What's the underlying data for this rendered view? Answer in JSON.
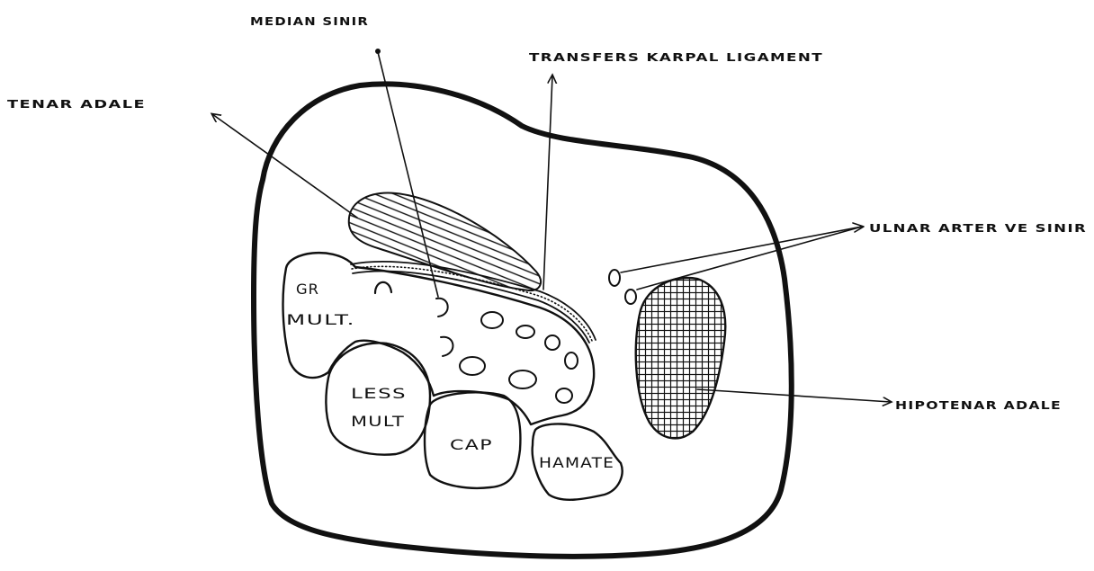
{
  "labels": {
    "median_sinir": "MEDIAN SINIR",
    "transfers_karpal_ligament": "TRANSFERS KARPAL LIGAMENT",
    "tenar_adale": "TENAR ADALE",
    "ulnar_arter_ve_sinir": "ULNAR ARTER VE SINIR",
    "hipotenar_adale": "HIPOTENAR ADALE"
  },
  "bones": {
    "gr_mult_line1": "GR",
    "gr_mult_line2": "MULT.",
    "less_mult_line1": "LESS",
    "less_mult_line2": "MULT",
    "cap": "CAP",
    "hamate": "HAMATE"
  }
}
